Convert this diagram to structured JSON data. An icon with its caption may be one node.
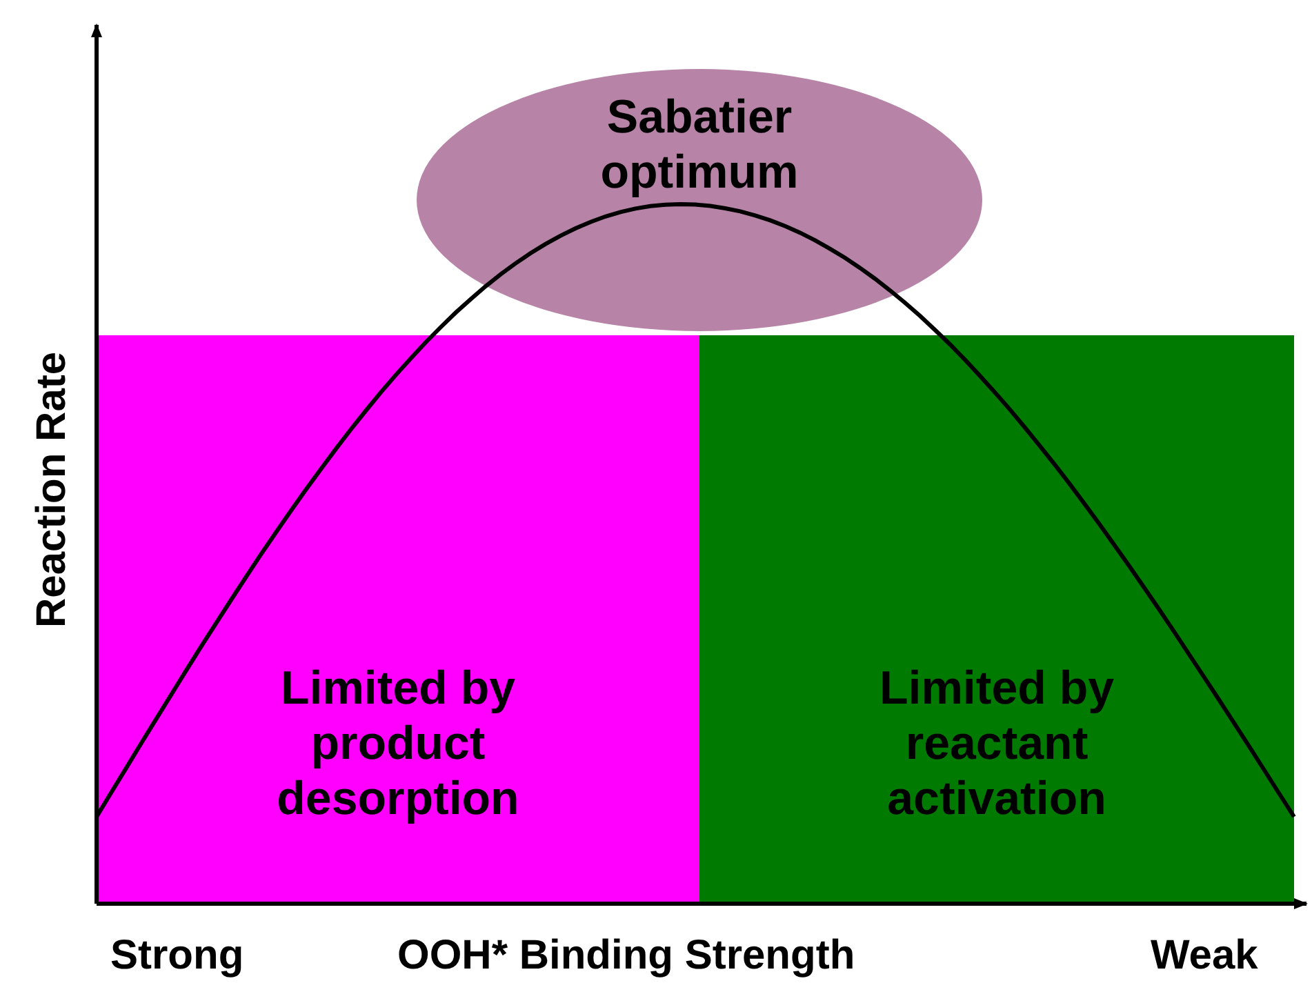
{
  "diagram": {
    "nodes": [
      {
        "text": [
          "Sabatier optimum"
        ]
      },
      {
        "text": [
          "Limited by product desorption"
        ]
      },
      {
        "text": [
          "Limited by reactant activation"
        ]
      }
    ],
    "labels": [
      "Reaction Rate",
      "Strong",
      "OOH* Binding Strength",
      "Weak"
    ]
  }
}
